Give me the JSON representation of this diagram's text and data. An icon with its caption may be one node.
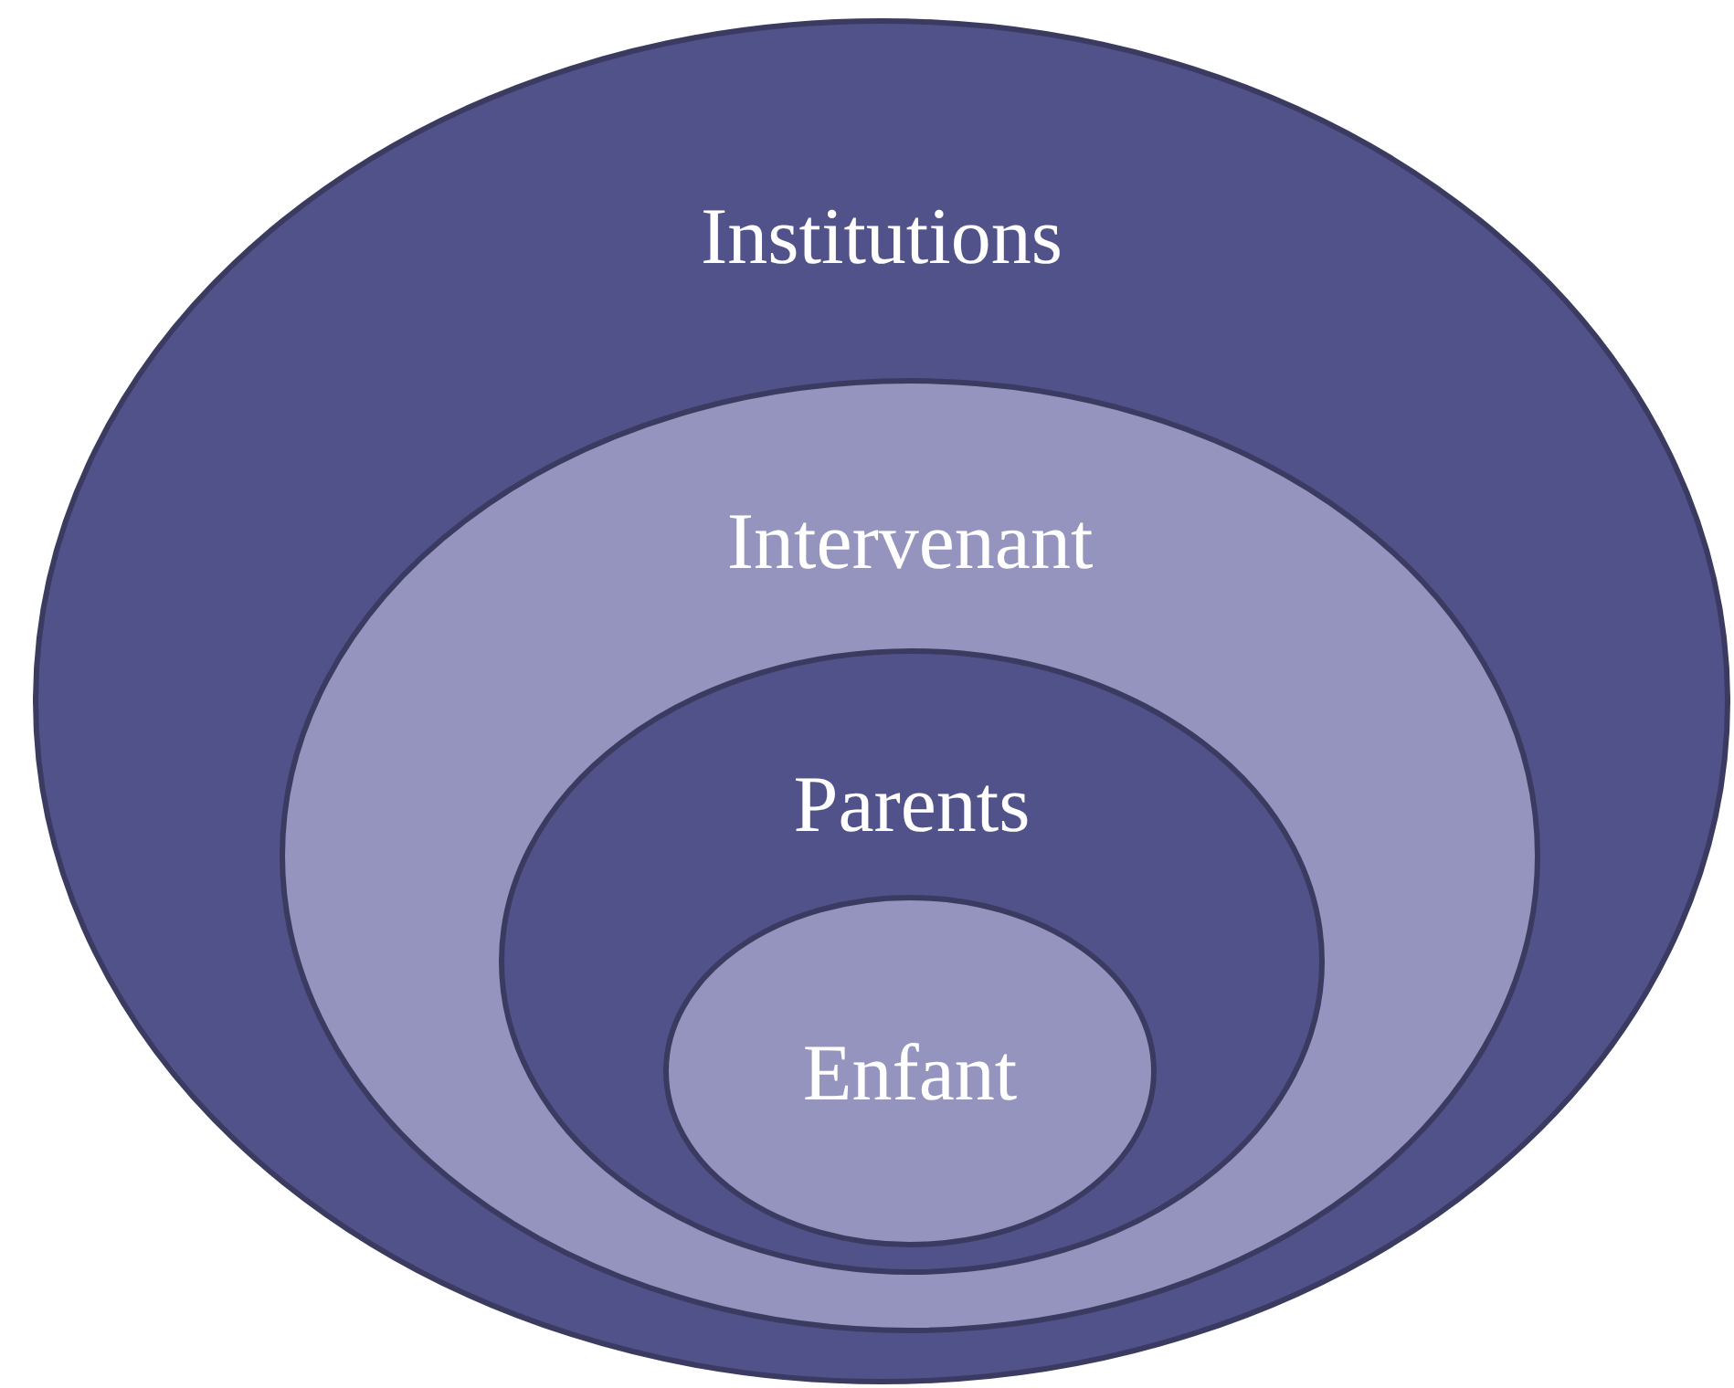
{
  "diagram": {
    "nodes": [
      {
        "text": [
          "Institutions"
        ]
      },
      {
        "text": [
          "Intervenant"
        ],
        "in": 0
      },
      {
        "text": [
          "Parents"
        ],
        "in": 1
      },
      {
        "text": [
          "Enfant"
        ],
        "in": 2
      }
    ]
  }
}
